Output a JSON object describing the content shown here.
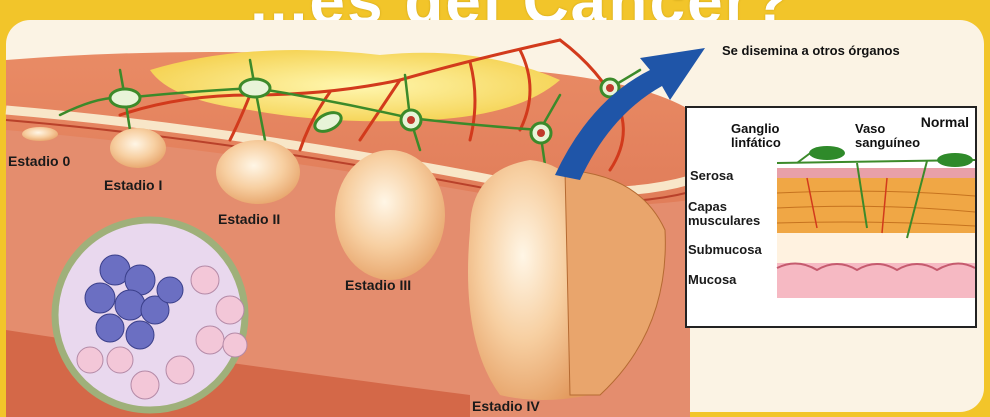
{
  "banner": {
    "title": "...es del Cáncer?"
  },
  "spread_label": "Se disemina a otros órganos",
  "stages": [
    {
      "label": "Estadio 0"
    },
    {
      "label": "Estadio I"
    },
    {
      "label": "Estadio II"
    },
    {
      "label": "Estadio III"
    },
    {
      "label": "Estadio IV"
    }
  ],
  "normal_panel": {
    "title": "Normal",
    "lymph_node": "Ganglio linfático",
    "vessel": "Vaso sanguíneo",
    "layers": [
      {
        "label": "Serosa"
      },
      {
        "label": "Capas musculares"
      },
      {
        "label": "Submucosa"
      },
      {
        "label": "Mucosa"
      }
    ]
  },
  "colors": {
    "background": "#f2c52a",
    "tissue": "#e07a5a",
    "tumor": "#f6c79a",
    "lymph_vessel": "#3c8a2a",
    "blood_vessel": "#d23a1c",
    "arrow": "#1f55a8"
  }
}
